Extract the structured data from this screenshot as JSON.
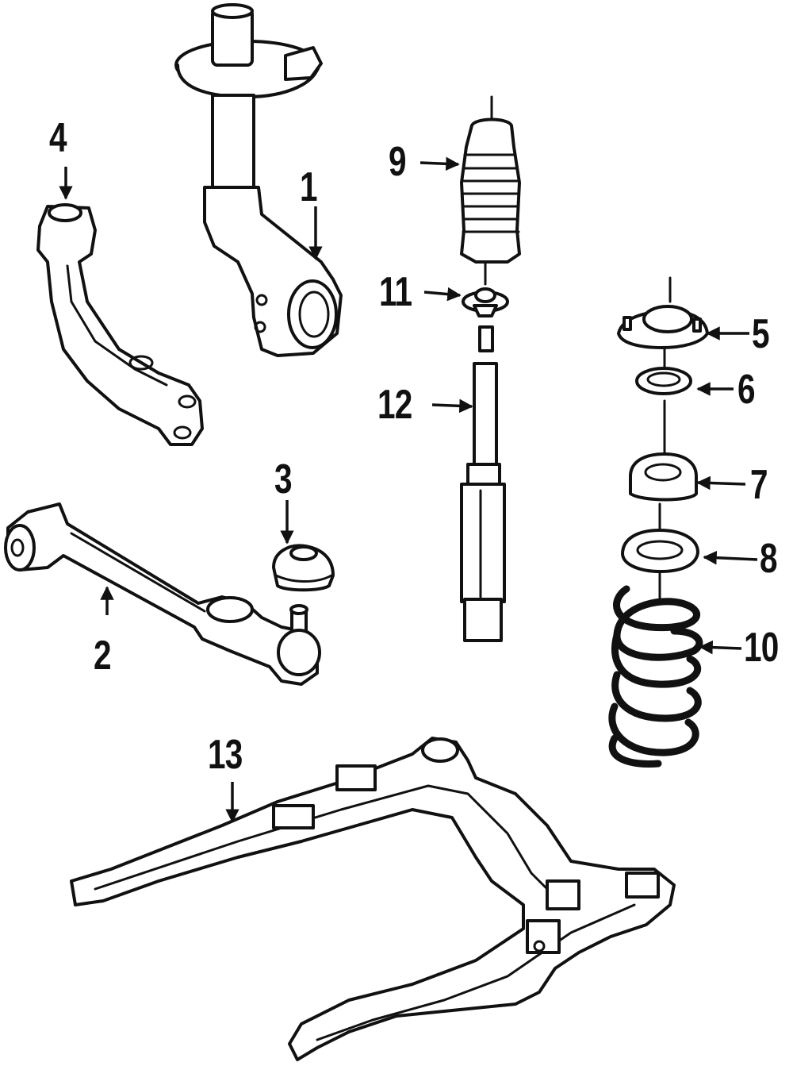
{
  "diagram": {
    "callouts": [
      {
        "id": "1",
        "label": "1"
      },
      {
        "id": "2",
        "label": "2"
      },
      {
        "id": "3",
        "label": "3"
      },
      {
        "id": "4",
        "label": "4"
      },
      {
        "id": "5",
        "label": "5"
      },
      {
        "id": "6",
        "label": "6"
      },
      {
        "id": "7",
        "label": "7"
      },
      {
        "id": "8",
        "label": "8"
      },
      {
        "id": "9",
        "label": "9"
      },
      {
        "id": "10",
        "label": "10"
      },
      {
        "id": "11",
        "label": "11"
      },
      {
        "id": "12",
        "label": "12"
      },
      {
        "id": "13",
        "label": "13"
      }
    ],
    "colors": {
      "ink": "#111111",
      "background": "#ffffff"
    }
  }
}
